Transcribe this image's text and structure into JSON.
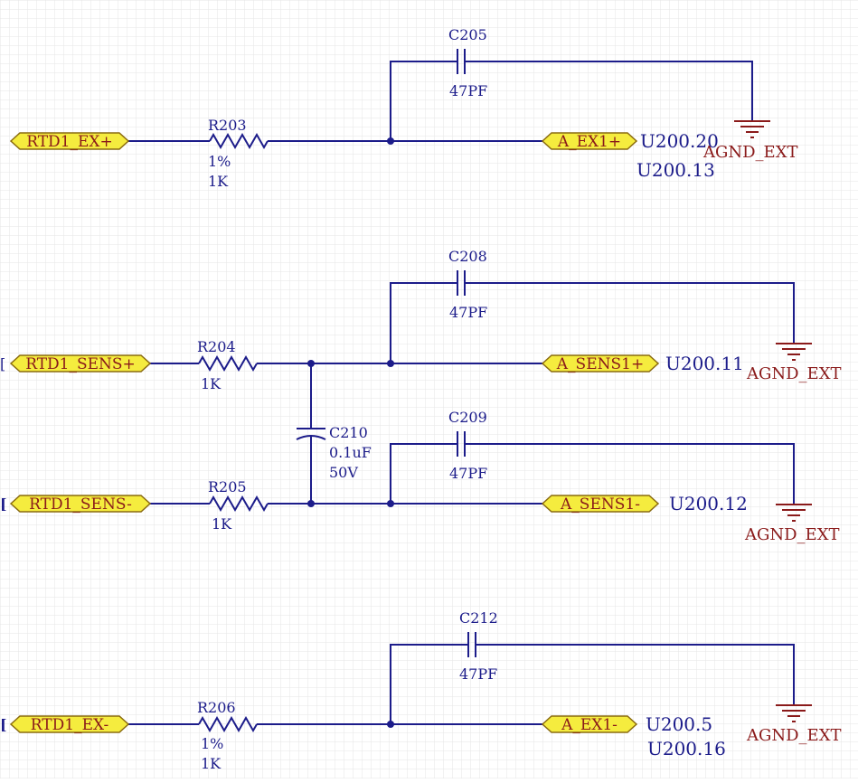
{
  "colors": {
    "background": "#ffffff",
    "grid": "#e4e4e4",
    "wire": "#1c1c8a",
    "ground": "#8a1a1a",
    "port_fill": "#f5ec3e",
    "port_stroke": "#8a6b10",
    "port_text": "#8a1a1a"
  },
  "blocks": {
    "ex_plus": {
      "port_in": "RTD1_EX+",
      "resistor": {
        "ref": "R203",
        "tolerance": "1%",
        "value": "1K"
      },
      "capacitor": {
        "ref": "C205",
        "value": "47PF"
      },
      "port_out": "A_EX1+",
      "pins": [
        "U200.20",
        "U200.13"
      ],
      "ground": "AGND_EXT"
    },
    "sens_plus": {
      "port_in": "RTD1_SENS+",
      "resistor": {
        "ref": "R204",
        "value": "1K"
      },
      "capacitor": {
        "ref": "C208",
        "value": "47PF"
      },
      "port_out": "A_SENS1+",
      "pin": "U200.11",
      "ground": "AGND_EXT"
    },
    "diff_cap": {
      "ref": "C210",
      "value": "0.1uF",
      "voltage": "50V"
    },
    "sens_minus": {
      "port_in": "RTD1_SENS-",
      "resistor": {
        "ref": "R205",
        "value": "1K"
      },
      "capacitor": {
        "ref": "C209",
        "value": "47PF"
      },
      "port_out": "A_SENS1-",
      "pin": "U200.12",
      "ground": "AGND_EXT"
    },
    "ex_minus": {
      "port_in": "RTD1_EX-",
      "resistor": {
        "ref": "R206",
        "tolerance": "1%",
        "value": "1K"
      },
      "capacitor": {
        "ref": "C212",
        "value": "47PF"
      },
      "port_out": "A_EX1-",
      "pins": [
        "U200.5",
        "U200.16"
      ],
      "ground": "AGND_EXT"
    }
  }
}
